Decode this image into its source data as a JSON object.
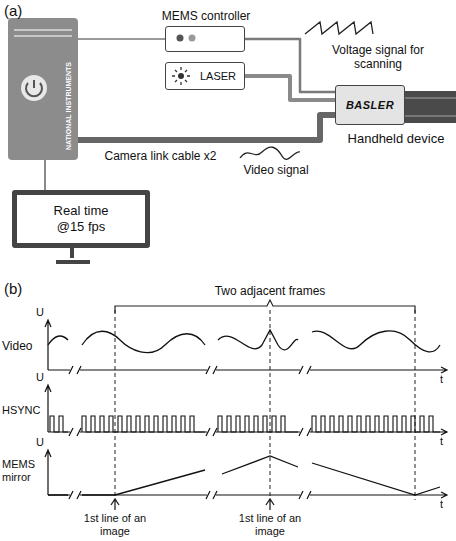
{
  "diagram": {
    "nodes": [
      {
        "text": [
          "NATIONAL INSTRUMENTS"
        ]
      },
      {
        "text": [
          "MEMS controller"
        ]
      },
      {
        "text": [
          "LASER"
        ]
      },
      {
        "text": [
          "BASLER"
        ]
      },
      {
        "text": [
          "Real time @15 fps"
        ]
      }
    ],
    "edges": [
      {
        "from": 0,
        "to": 1,
        "arrow": "none"
      },
      {
        "from": 1,
        "to": 3,
        "arrow": "none"
      },
      {
        "from": 2,
        "to": 3,
        "arrow": "none"
      },
      {
        "from": 0,
        "to": 3,
        "arrow": "none"
      },
      {
        "from": 0,
        "to": 4,
        "arrow": "none"
      }
    ],
    "labels": [
      "(a)",
      "Voltage signal for scanning",
      "Camera link cable x2",
      "Video signal",
      "Handheld device",
      "(b)",
      "Two adjacent frames",
      "U",
      "Video",
      "t",
      "U",
      "HSYNC",
      "t",
      "U",
      "MEMS mirror",
      "t",
      "1st line of an image",
      "1st line of an image"
    ]
  }
}
